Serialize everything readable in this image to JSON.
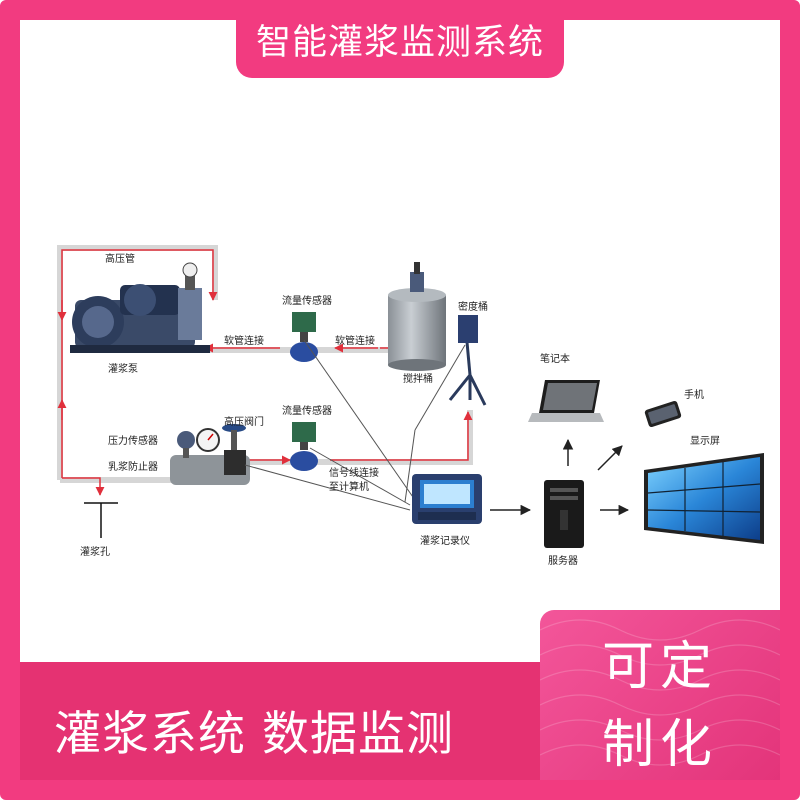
{
  "header": {
    "title": "智能灌浆监测系统"
  },
  "labels": {
    "high_pressure_hose": "高压管",
    "grout_pump": "灌浆泵",
    "flow_sensor_top": "流量传感器",
    "hose_conn_left": "软管连接",
    "hose_conn_right": "软管连接",
    "density_bucket": "密度桶",
    "mixing_bucket": "搅拌桶",
    "high_pressure_valve": "高压阀门",
    "flow_sensor_bottom": "流量传感器",
    "pressure_sensor": "压力传感器",
    "grout_stopper": "乳浆防止器",
    "signal_line_1": "信号线连接",
    "signal_line_2": "至计算机",
    "grout_hole": "灌浆孔",
    "grout_recorder": "灌浆记录仪",
    "laptop": "笔记本",
    "phone": "手机",
    "display_screen": "显示屏",
    "server": "服务器"
  },
  "footer": {
    "slogan": "灌浆系统  数据监测"
  },
  "badge": {
    "line1": "可定",
    "line2": "制化"
  },
  "colors": {
    "brand_pink": "#f23b80",
    "pipe_red": "#e0303c",
    "pipe_shade": "#d8d8d8"
  }
}
